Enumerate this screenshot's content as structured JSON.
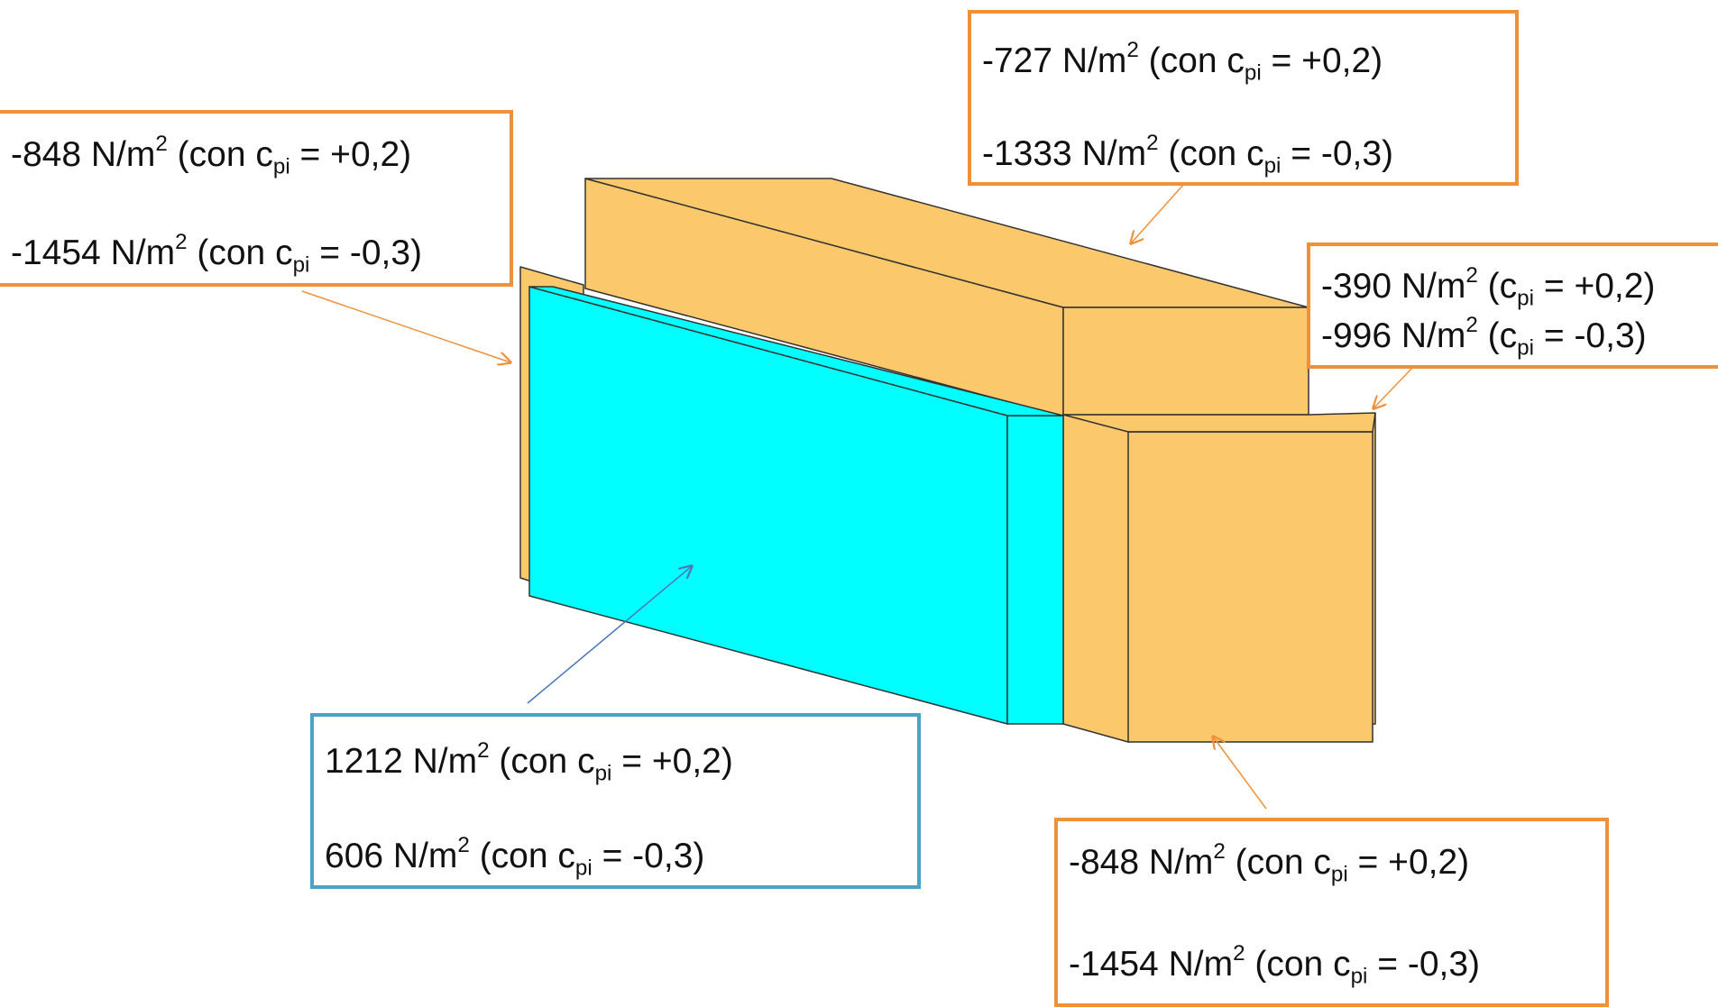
{
  "colors": {
    "building_face": "#FBC96B",
    "building_edge": "#333333",
    "windward_face": "#00FFFF",
    "orange_callout_border": "#F0913A",
    "blue_callout_border": "#4AA3C6",
    "orange_arrow": "#F0913A",
    "blue_arrow": "#4A79B8"
  },
  "callouts": {
    "top_right": {
      "line1": {
        "value": "-727 N/m",
        "mid": " (con c",
        "tail": " = +0,2)"
      },
      "line2": {
        "value": "-1333 N/m",
        "mid": " (con c",
        "tail": " = -0,3)"
      }
    },
    "top_left": {
      "line1": {
        "value": "-848 N/m",
        "mid": " (con c",
        "tail": " = +0,2)"
      },
      "line2": {
        "value": "-1454 N/m",
        "mid": " (con c",
        "tail": " = -0,3)"
      }
    },
    "right": {
      "line1": {
        "value": "-390 N/m",
        "mid": " (c",
        "tail": " = +0,2)"
      },
      "line2": {
        "value": "-996 N/m",
        "mid": " (c",
        "tail": " = -0,3)"
      }
    },
    "windward": {
      "line1": {
        "value": "1212 N/m",
        "mid": " (con c",
        "tail": " = +0,2)"
      },
      "line2": {
        "value": "606 N/m",
        "mid": " (con c",
        "tail": " = -0,3)"
      }
    },
    "bottom_right": {
      "line1": {
        "value": "-848 N/m",
        "mid": " (con c",
        "tail": " = +0,2)"
      },
      "line2": {
        "value": "-1454 N/m",
        "mid": " (con c",
        "tail": " = -0,3)"
      }
    }
  },
  "units": {
    "exponent": "2",
    "coefficient_subscript": "pi"
  }
}
